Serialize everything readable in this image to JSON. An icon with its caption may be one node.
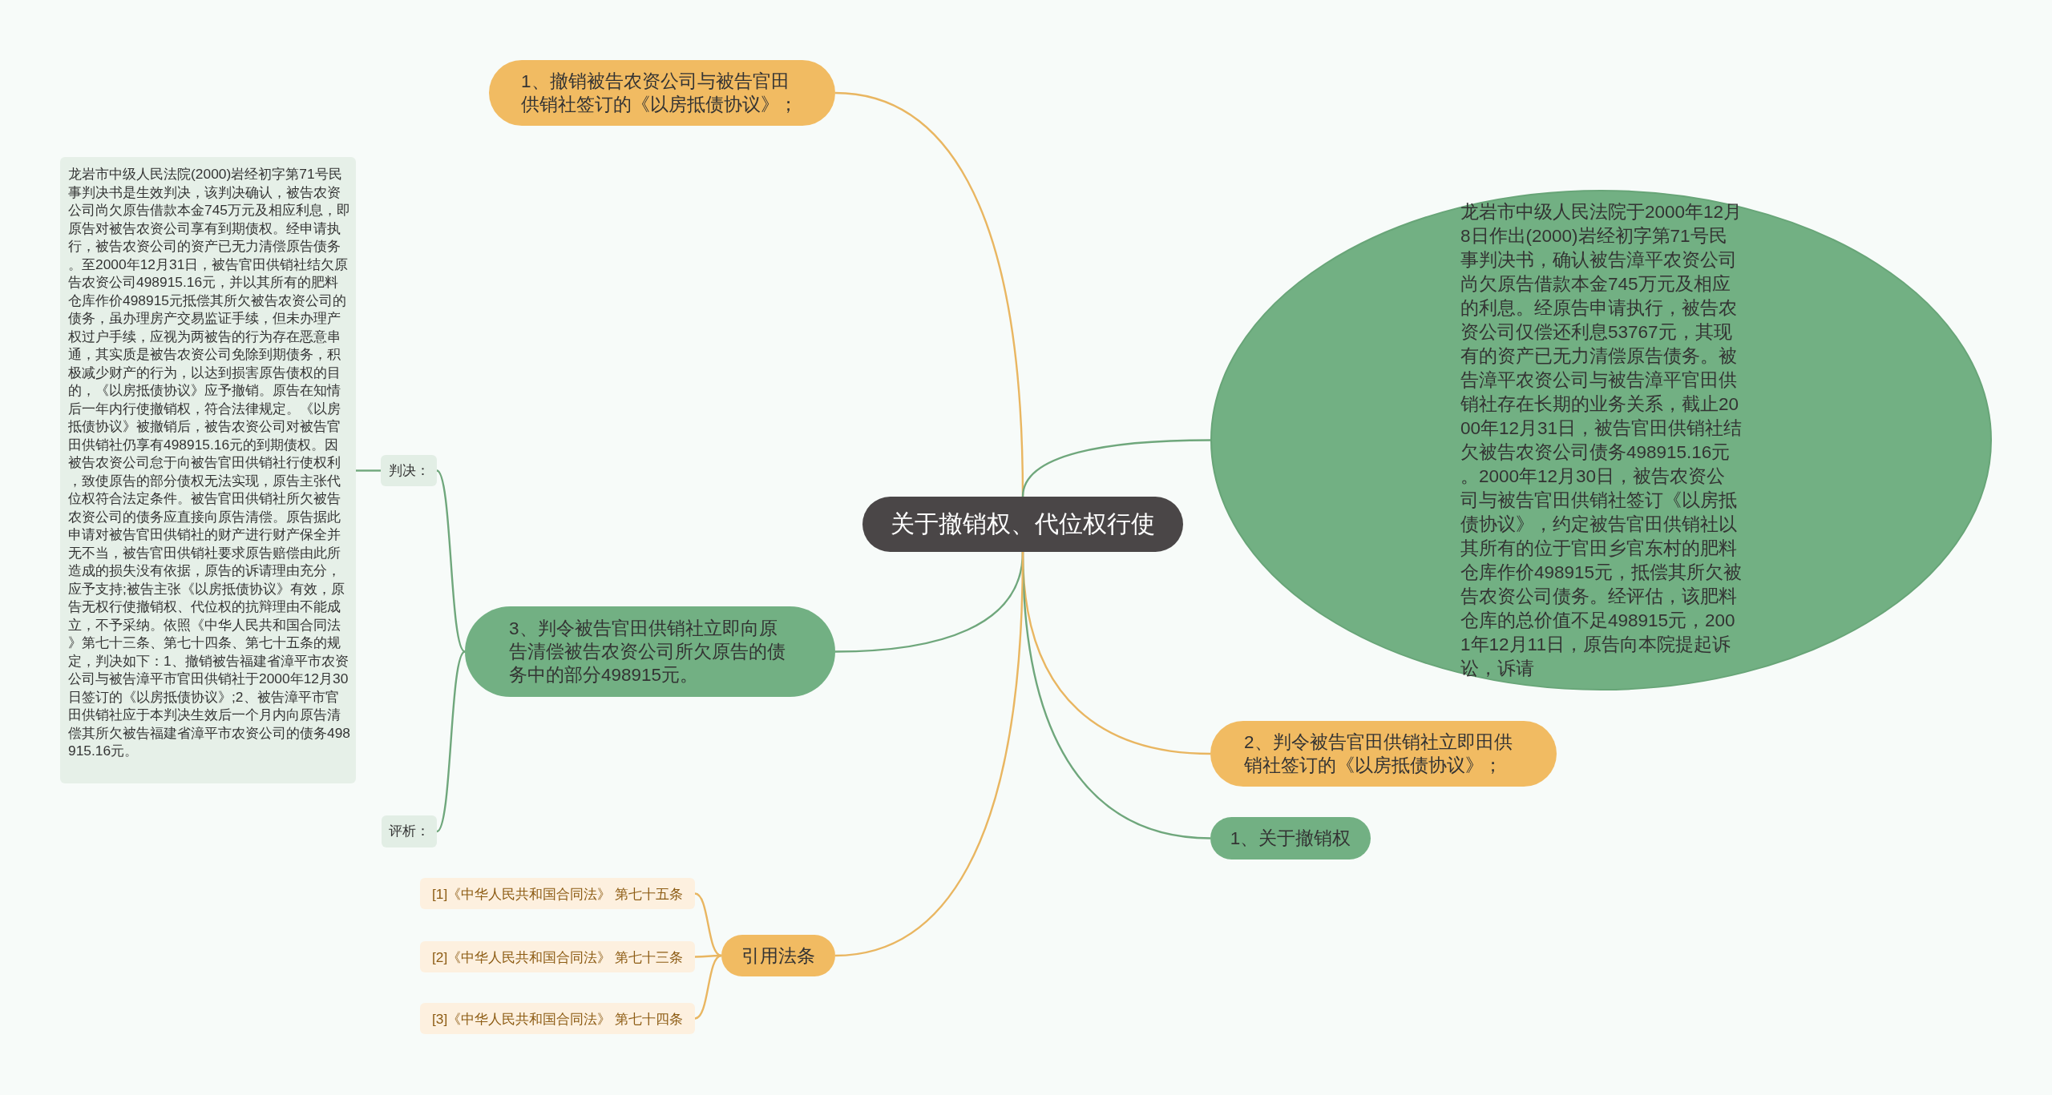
{
  "diagram": {
    "nodes": [
      {
        "text": [
          "关于撤销权、代位权行使"
        ]
      },
      {
        "text": [
          "1、撤销被告农资公司与被告官田供销社签订的《以房抵债协议》；"
        ]
      },
      {
        "text": [
          "龙岩市中级人民法院于2000年12月8日作出(2000)岩经初字第71号民事判决书，确认被告漳平农资公司尚欠原告借款本金745万元及相应的利息。经原告申请执行，被告农资公司仅偿还利息53767元，其现有的资产已无力清偿原告债务。被告漳平农资公司与被告漳平官田供销社存在长期的业务关系，截止2000年12月31日，被告官田供销社结欠被告农资公司债务498915.16元。2000年12月30日，被告农资公司与被告官田供销社签订《以房抵债协议》，约定被告官田供销社以其所有的位于官田乡官东村的肥料仓库作价498915元，抵偿其所欠被告农资公司债务。经评估，该肥料仓库的总价值不足498915元，2001年12月11日，原告向本院提起诉讼，诉请"
        ]
      },
      {
        "text": [
          "3、判令被告官田供销社立即向原告清偿被告农资公司所欠原告的债务中的部分498915元。"
        ]
      },
      {
        "text": [
          "判决："
        ]
      },
      {
        "text": [
          "龙岩市中级人民法院(2000)岩经初字第71号民事判决书是生效判决，该判决确认，被告农资公司尚欠原告借款本金745万元及相应利息，即原告对被告农资公司享有到期债权。经申请执行，被告农资公司的资产已无力清偿原告债务。至2000年12月31日，被告官田供销社结欠原告农资公司498915.16元，并以其所有的肥料仓库作价498915元抵偿其所欠被告农资公司的债务，虽办理房产交易监证手续，但未办理产权过户手续，应视为两被告的行为存在恶意串通，其实质是被告农资公司免除到期债务，积极减少财产的行为，以达到损害原告债权的目的，《以房抵债协议》应予撤销。原告在知情后一年内行使撤销权，符合法律规定。《以房抵债协议》被撤销后，被告农资公司对被告官田供销社仍享有498915.16元的到期债权。因被告农资公司怠于向被告官田供销社行使权利，致使原告的部分债权无法实现，原告主张代位权符合法定条件。被告官田供销社所欠被告农资公司的债务应直接向原告清偿。原告据此申请对被告官田供销社的财产进行财产保全并无不当，被告官田供销社要求原告赔偿由此所造成的损失没有依据，原告的诉请理由充分，应予支持;被告主张《以房抵债协议》有效，原告无权行使撤销权、代位权的抗辩理由不能成立，不予采纳。依照《中华人民共和国合同法》第七十三条、第七十四条、第七十五条的规定，判决如下：1、撤销被告福建省漳平市农资公司与被告漳平市官田供销社于2000年12月30日签订的《以房抵债协议》;2、被告漳平市官田供销社应于本判决生效后一个月内向原告清偿其所欠被告福建省漳平市农资公司的债务498915.16元。"
        ]
      },
      {
        "text": [
          "评析："
        ]
      },
      {
        "text": [
          "2、判令被告官田供销社立即田供销社签订的《以房抵债协议》；"
        ]
      },
      {
        "text": [
          "1、关于撤销权"
        ]
      },
      {
        "text": [
          "引用法条"
        ]
      },
      {
        "text": [
          "[1]《中华人民共和国合同法》 第七十五条"
        ]
      },
      {
        "text": [
          "[2]《中华人民共和国合同法》 第七十三条"
        ]
      },
      {
        "text": [
          "[3]《中华人民共和国合同法》 第七十四条"
        ]
      }
    ],
    "edges": [
      {
        "from": 0,
        "to": 1,
        "arrow": "none",
        "color": "#e9b661"
      },
      {
        "from": 0,
        "to": 2,
        "arrow": "none",
        "color": "#6fa77c"
      },
      {
        "from": 0,
        "to": 3,
        "arrow": "none",
        "color": "#6fa77c"
      },
      {
        "from": 0,
        "to": 7,
        "arrow": "none",
        "color": "#e9b661"
      },
      {
        "from": 0,
        "to": 8,
        "arrow": "none",
        "color": "#6fa77c"
      },
      {
        "from": 0,
        "to": 9,
        "arrow": "none",
        "color": "#e9b661"
      },
      {
        "from": 3,
        "to": 4,
        "arrow": "none",
        "color": "#6fa77c"
      },
      {
        "from": 4,
        "to": 5,
        "arrow": "none",
        "color": "#6fa77c"
      },
      {
        "from": 3,
        "to": 6,
        "arrow": "none",
        "color": "#6fa77c"
      },
      {
        "from": 9,
        "to": 10,
        "arrow": "none",
        "color": "#e9b661"
      },
      {
        "from": 9,
        "to": 11,
        "arrow": "none",
        "color": "#e9b661"
      },
      {
        "from": 9,
        "to": 12,
        "arrow": "none",
        "color": "#e9b661"
      }
    ]
  }
}
